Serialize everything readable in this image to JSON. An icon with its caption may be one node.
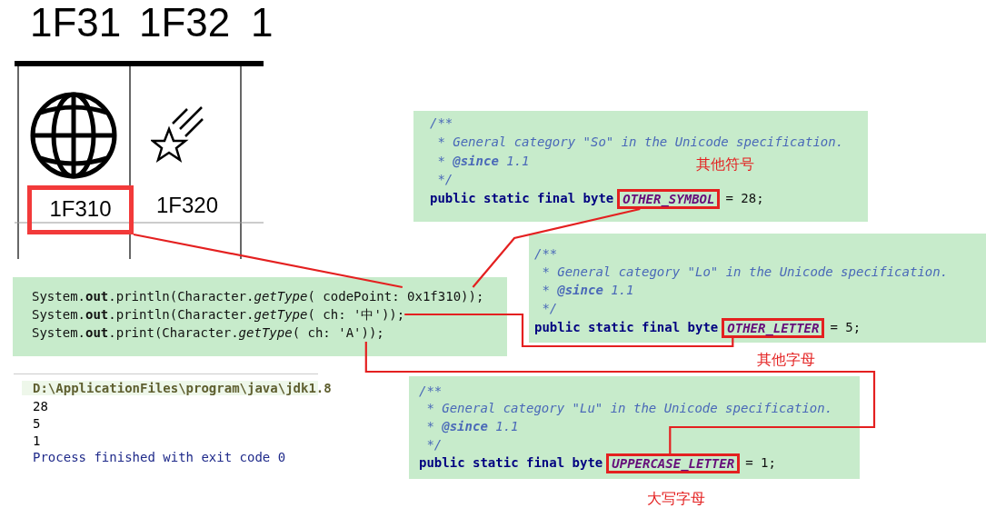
{
  "diagram": {
    "nodes": [
      {
        "text": [
          "1F310"
        ]
      },
      {
        "text": [],
        "shape": "box"
      },
      {
        "text": [
          "System.**out**.println(Character.*getType*( codePoint: 0x1f310));"
        ],
        "in": 1
      },
      {
        "text": [
          "System.**out**.println(Character.*getType*( ch: '中'));"
        ],
        "in": 1
      },
      {
        "text": [
          "System.**out**.print(Character.*getType*( ch: 'A'));"
        ],
        "in": 1
      },
      {
        "text": [
          "/**",
          "* General category \"So\" in the Unicode specification.",
          "* **@since** 1.1",
          "*/",
          "public static final byte",
          "= 28;"
        ]
      },
      {
        "text": [
          "OTHER_SYMBOL"
        ],
        "in": 5,
        "beside": [
          "其他符号"
        ]
      },
      {
        "text": [
          "/**",
          "* General category \"Lo\" in the Unicode specification.",
          "* **@since** 1.1",
          "*/",
          "public static final byte",
          "= 5;"
        ]
      },
      {
        "text": [
          "OTHER_LETTER"
        ],
        "in": 7,
        "beside": [
          "其他字母"
        ]
      },
      {
        "text": [
          "/**",
          "* General category \"Lu\" in the Unicode specification.",
          "* **@since** 1.1",
          "*/",
          "public static final byte",
          "= 1;"
        ]
      },
      {
        "text": [
          "UPPERCASE_LETTER"
        ],
        "in": 9,
        "beside": [
          "大写字母"
        ]
      }
    ],
    "edges": [
      {
        "from": 0,
        "to": 2,
        "arrow": "none"
      },
      {
        "from": 2,
        "to": 6,
        "arrow": "none"
      },
      {
        "from": 3,
        "to": 8,
        "arrow": "none"
      },
      {
        "from": 4,
        "to": 10,
        "arrow": "none"
      }
    ],
    "labels": [
      "1F31",
      "1F32",
      "1",
      "1F320",
      "D:\\ApplicationFiles\\program\\java\\jdk1.8",
      "28",
      "5",
      "1",
      "Process finished with exit code 0"
    ]
  }
}
